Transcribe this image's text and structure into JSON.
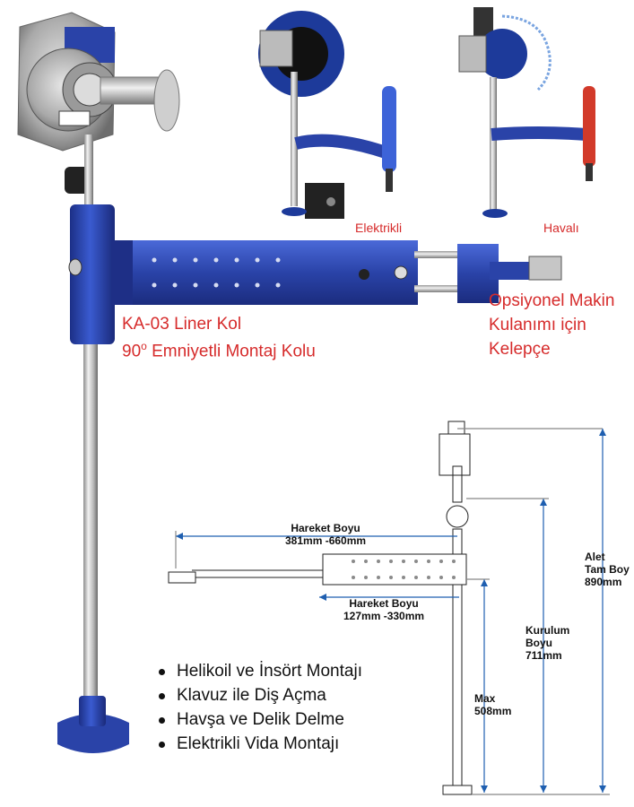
{
  "captions": {
    "product_line1": "KA-03 Liner Kol",
    "product_line2_pre": "90",
    "product_line2_sup": "o",
    "product_line2_post": " Emniyetli Montaj Kolu",
    "option_line1": "Opsiyonel Makin",
    "option_line2": "Kulanımı için",
    "option_line3": "Kelepçe",
    "variant_electric": "Elektrikli",
    "variant_pneumatic": "Havalı"
  },
  "dimensions": {
    "stroke_long_label": "Hareket Boyu",
    "stroke_long_value": "381mm -660mm",
    "stroke_short_label": "Hareket Boyu",
    "stroke_short_value": "127mm -330mm",
    "total_label_1": "Alet",
    "total_label_2": "Tam Boy",
    "total_value": "890mm",
    "install_label_1": "Kurulum",
    "install_label_2": "Boyu",
    "install_value": "711mm",
    "max_label": "Max",
    "max_value": "508mm"
  },
  "features": [
    "Helikoil ve İnsört Montajı",
    "Klavuz ile Diş Açma",
    "Havşa ve Delik Delme",
    "Elektrikli Vida Montajı"
  ],
  "colors": {
    "accent_red": "#d62b2b",
    "arm_blue": "#2a43a8",
    "dim_blue": "#1f5fb0"
  }
}
